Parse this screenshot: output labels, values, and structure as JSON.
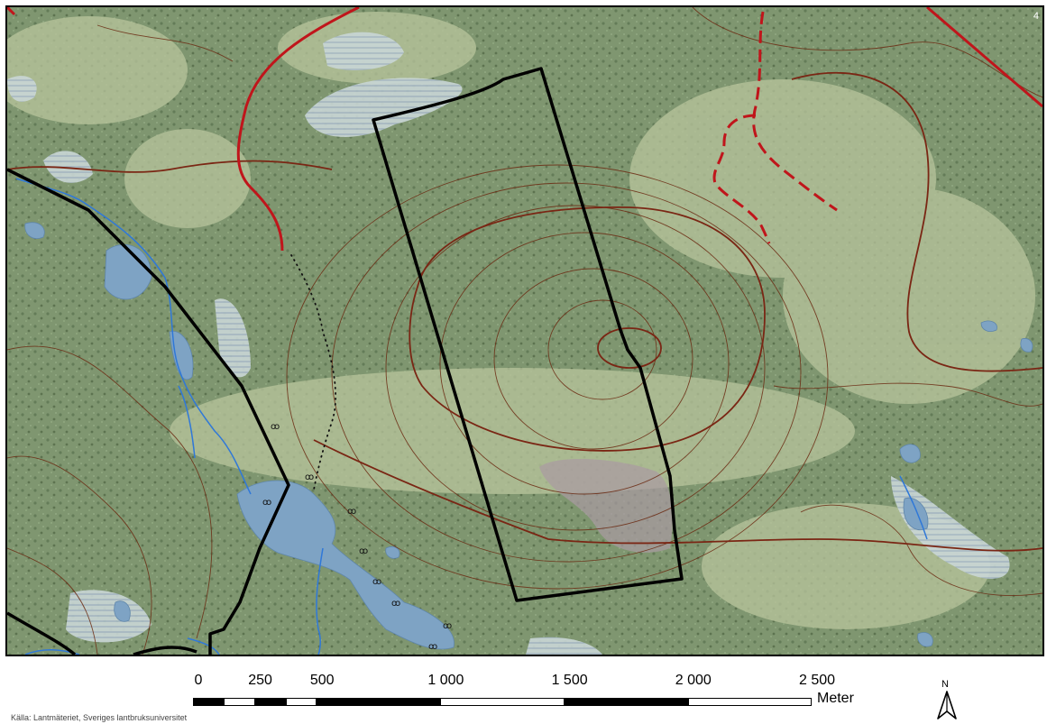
{
  "map": {
    "corner_text": "4",
    "colors": {
      "forest": "#7f9670",
      "clearing": "#c8cfae",
      "water": "#7ea3c4",
      "contour": "#6b2a12",
      "road": "#c0151b",
      "boundary": "#000000",
      "stream": "#2f78d8",
      "bog_hatch": "#d6e0e8",
      "highlight_area": "#a99aa3"
    },
    "layers": [
      "satellite-imagery",
      "contour-lines",
      "project-area-polygon",
      "roads",
      "streams",
      "lakes",
      "wetland-hatching",
      "administrative-boundary"
    ]
  },
  "scale_bar": {
    "labels": [
      "0",
      "250",
      "500",
      "1 000",
      "1 500",
      "2 000",
      "2 500"
    ],
    "unit": "Meter",
    "segments": [
      {
        "from": 0,
        "to": 125,
        "fill": "black"
      },
      {
        "from": 125,
        "to": 250,
        "fill": "white"
      },
      {
        "from": 250,
        "to": 375,
        "fill": "black"
      },
      {
        "from": 375,
        "to": 500,
        "fill": "white"
      },
      {
        "from": 500,
        "to": 1000,
        "fill": "black"
      },
      {
        "from": 1000,
        "to": 1500,
        "fill": "white"
      },
      {
        "from": 1500,
        "to": 2000,
        "fill": "black"
      },
      {
        "from": 2000,
        "to": 2500,
        "fill": "white"
      }
    ],
    "max_value": 2500
  },
  "north_arrow": {
    "label": "N"
  },
  "credit": "Källa: Lantmäteriet, Sveriges lantbruksuniversitet"
}
